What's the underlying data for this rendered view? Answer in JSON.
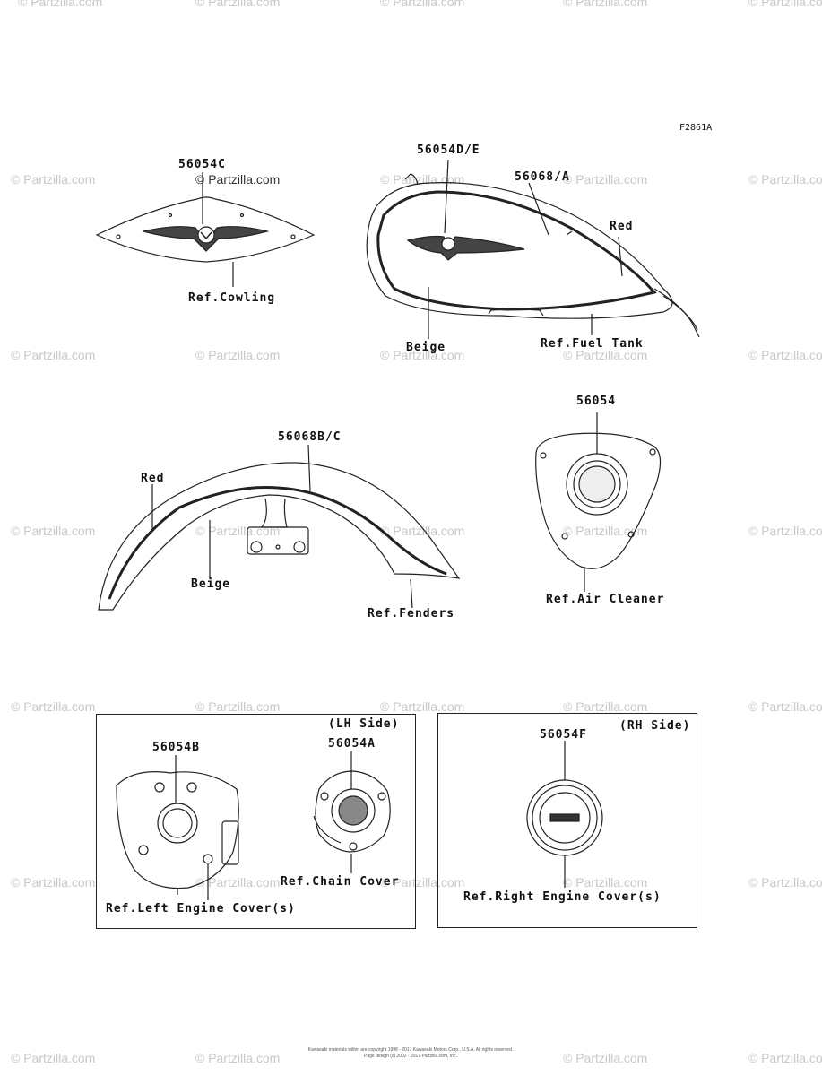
{
  "figure_id": "F2861A",
  "watermark": "© Partzilla.com",
  "labels": {
    "p56054C": "56054C",
    "cowling": "Ref.Cowling",
    "p56054DE": "56054D/E",
    "p56068A": "56068/A",
    "red_tank": "Red",
    "beige_tank": "Beige",
    "fuel_tank": "Ref.Fuel Tank",
    "p56068BC": "56068B/C",
    "red_fender": "Red",
    "beige_fender": "Beige",
    "fenders": "Ref.Fenders",
    "p56054": "56054",
    "air_cleaner": "Ref.Air Cleaner",
    "lh_side": "(LH Side)",
    "p56054B": "56054B",
    "p56054A": "56054A",
    "chain_cover": "Ref.Chain Cover",
    "left_engine": "Ref.Left Engine Cover(s)",
    "rh_side": "(RH Side)",
    "p56054F": "56054F",
    "right_engine": "Ref.Right Engine Cover(s)"
  },
  "copyright_line1": "Kawasaki materials within are copyright 1998 - 2017 Kawasaki Motors Corp., U.S.A. All rights reserved.",
  "copyright_line2": "Page design (c) 2002 - 2017 Partzilla.com, Inc."
}
